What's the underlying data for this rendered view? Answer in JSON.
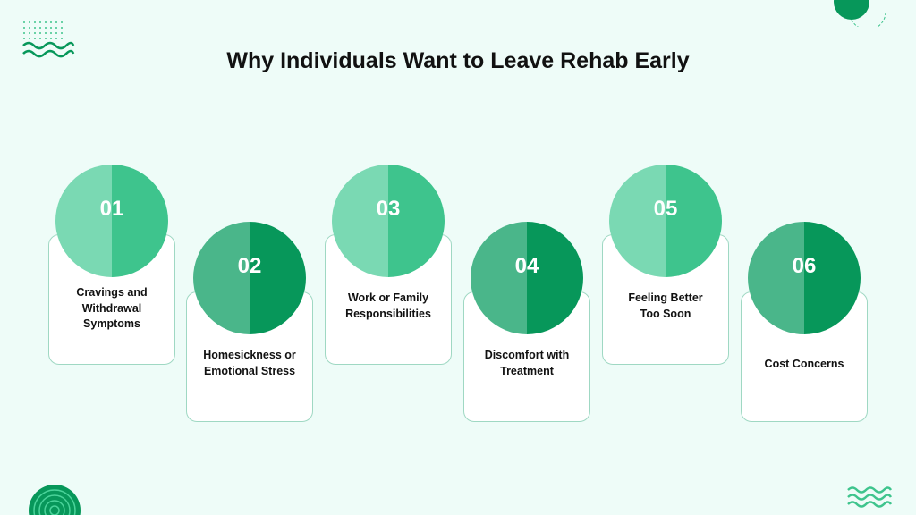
{
  "title": "Why Individuals Want to Leave Rehab Early",
  "steps": [
    {
      "number": "01",
      "text": "Cravings and\nWithdrawal\nSymptoms"
    },
    {
      "number": "02",
      "text": "Homesickness or\nEmotional Stress"
    },
    {
      "number": "03",
      "text": "Work or Family\nResponsibilities"
    },
    {
      "number": "04",
      "text": "Discomfort with\nTreatment"
    },
    {
      "number": "05",
      "text": "Feeling Better\nToo Soon"
    },
    {
      "number": "06",
      "text": "Cost Concerns"
    }
  ],
  "colors": {
    "background": "#eefcf8",
    "light_left": "#7ad9b3",
    "light_right": "#3ec48d",
    "dark_left": "#4ab68a",
    "dark_right": "#07975a",
    "card_border": "#9fd8c3"
  },
  "decorations": [
    "dot-grid-icon",
    "wave-lines-icon",
    "half-circle-icon",
    "concentric-circles-icon"
  ]
}
